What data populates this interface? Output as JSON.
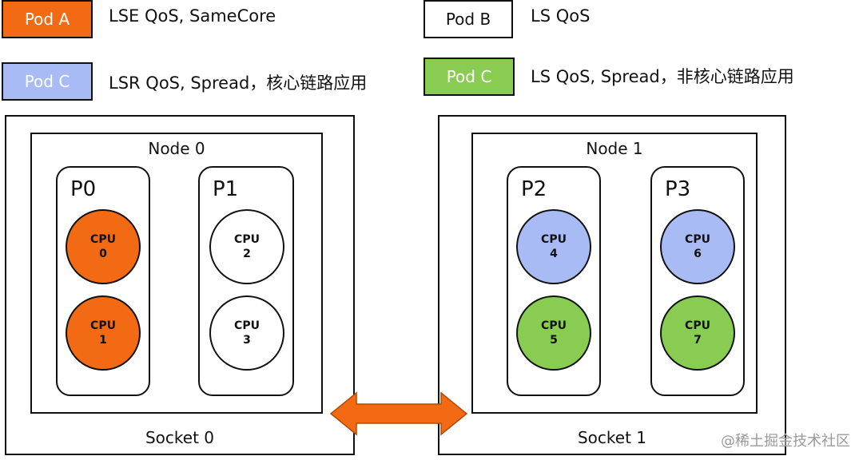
{
  "legend": [
    {
      "pod": "Pod A",
      "desc": "LSE QoS, SameCore",
      "color": "#f26a13",
      "text_color": "#ffffff"
    },
    {
      "pod": "Pod B",
      "desc": "LS QoS",
      "color": "#ffffff",
      "text_color": "#111111"
    },
    {
      "pod": "Pod C",
      "desc": "LSR QoS, Spread，核心链路应用",
      "color": "#a9bbf5",
      "text_color": "#ffffff"
    },
    {
      "pod": "Pod C",
      "desc": "LS QoS, Spread，非核心链路应用",
      "color": "#88cc52",
      "text_color": "#ffffff"
    }
  ],
  "sockets": [
    {
      "label": "Socket 0",
      "node": "Node 0",
      "processors": [
        {
          "label": "P0",
          "cpus": [
            {
              "name": "CPU",
              "id": "0",
              "color": "#f26a13"
            },
            {
              "name": "CPU",
              "id": "1",
              "color": "#f26a13"
            }
          ]
        },
        {
          "label": "P1",
          "cpus": [
            {
              "name": "CPU",
              "id": "2",
              "color": "#ffffff"
            },
            {
              "name": "CPU",
              "id": "3",
              "color": "#ffffff"
            }
          ]
        }
      ]
    },
    {
      "label": "Socket 1",
      "node": "Node 1",
      "processors": [
        {
          "label": "P2",
          "cpus": [
            {
              "name": "CPU",
              "id": "4",
              "color": "#a9bbf5"
            },
            {
              "name": "CPU",
              "id": "5",
              "color": "#88cc52"
            }
          ]
        },
        {
          "label": "P3",
          "cpus": [
            {
              "name": "CPU",
              "id": "6",
              "color": "#a9bbf5"
            },
            {
              "name": "CPU",
              "id": "7",
              "color": "#88cc52"
            }
          ]
        }
      ]
    }
  ],
  "interconnect_color": "#f26a13",
  "watermark": "@稀土掘金技术社区"
}
